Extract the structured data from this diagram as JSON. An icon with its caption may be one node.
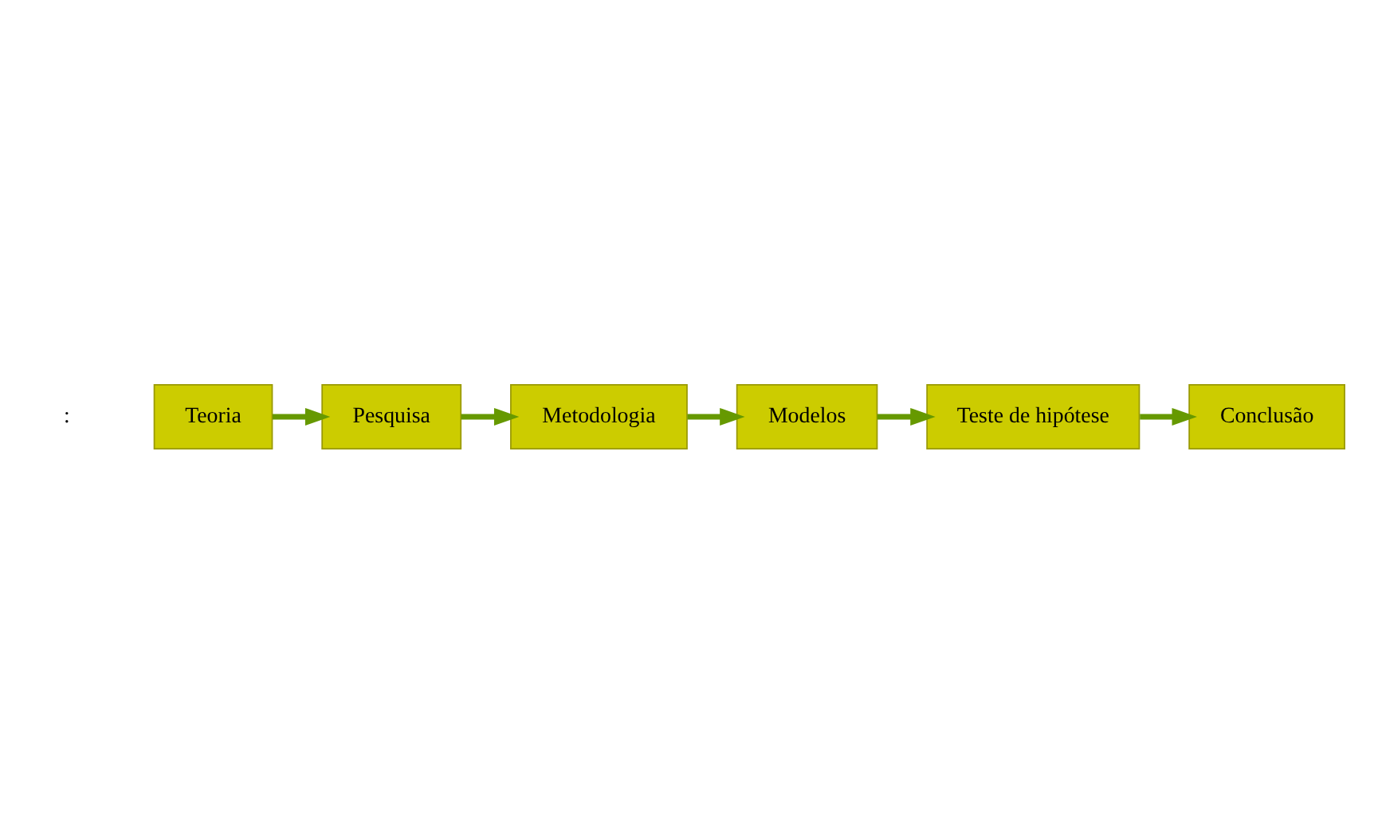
{
  "diagram": {
    "nodes": [
      {
        "text": [
          "Teoria"
        ]
      },
      {
        "text": [
          "Pesquisa"
        ]
      },
      {
        "text": [
          "Metodologia"
        ]
      },
      {
        "text": [
          "Modelos"
        ]
      },
      {
        "text": [
          "Teste de hipótese"
        ]
      },
      {
        "text": [
          "Conclusão"
        ]
      }
    ],
    "edges": [
      {
        "from": 0,
        "to": 1,
        "arrow": "to"
      },
      {
        "from": 1,
        "to": 2,
        "arrow": "to"
      },
      {
        "from": 2,
        "to": 3,
        "arrow": "to"
      },
      {
        "from": 3,
        "to": 4,
        "arrow": "to"
      },
      {
        "from": 4,
        "to": 5,
        "arrow": "to"
      }
    ],
    "labels": [
      ":"
    ]
  }
}
